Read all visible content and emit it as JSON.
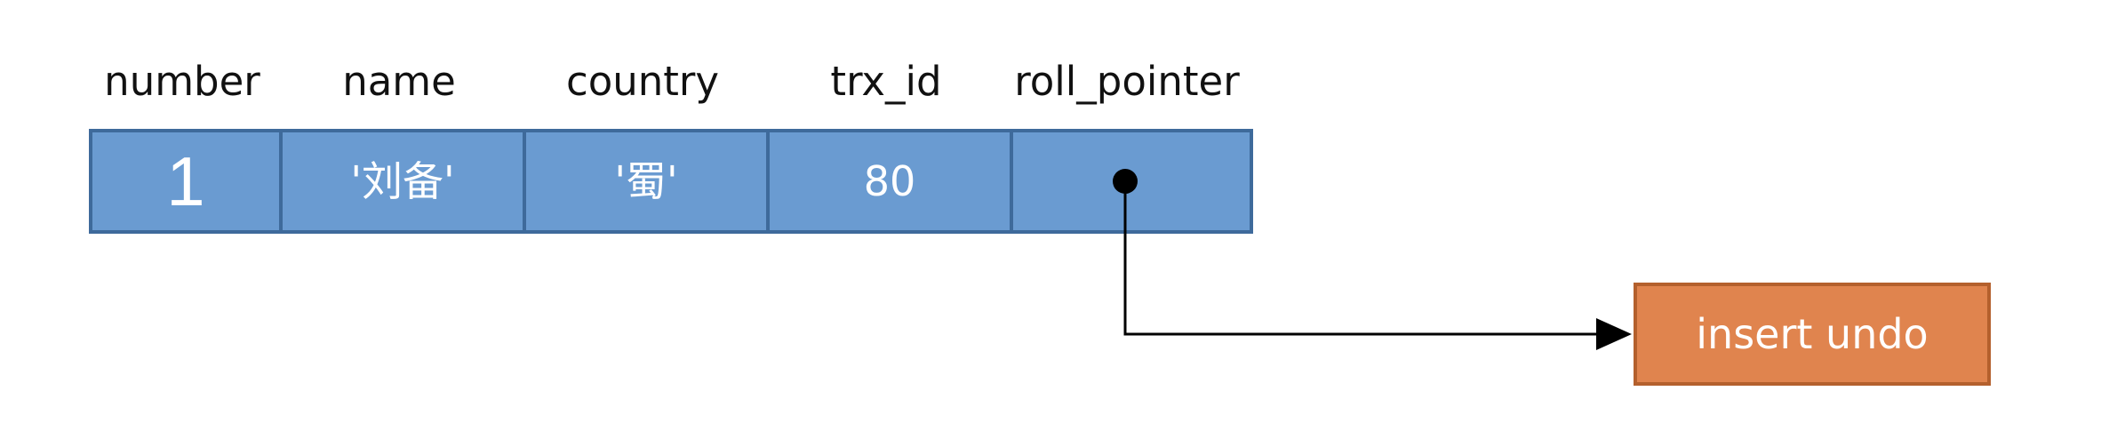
{
  "headers": {
    "number": "number",
    "name": "name",
    "country": "country",
    "trx_id": "trx_id",
    "roll_pointer": "roll_pointer"
  },
  "record": {
    "number": "1",
    "name": "'刘备'",
    "country": "'蜀'",
    "trx_id": "80"
  },
  "undo_log": {
    "label": "insert undo"
  },
  "colors": {
    "row_fill": "#6a9bd1",
    "row_border": "#3e6a9b",
    "undo_fill": "#e0844e",
    "undo_border": "#b4602d",
    "arrow": "#000000"
  }
}
